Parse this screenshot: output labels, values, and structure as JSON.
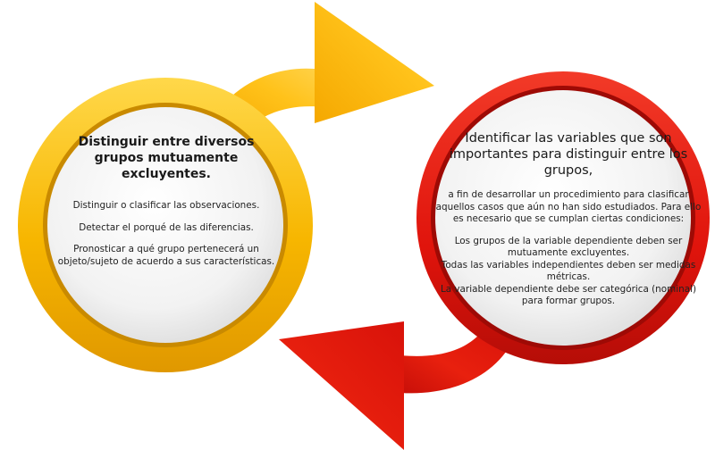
{
  "left_circle": {
    "heading": "Distinguir entre diversos grupos mutuamente excluyentes.",
    "items": [
      "Distinguir o clasificar las observaciones.",
      "Detectar el porqué de las diferencias.",
      "Pronosticar a qué grupo pertenecerá un objeto/sujeto de acuerdo a sus características."
    ]
  },
  "right_circle": {
    "heading": "Identificar las variables que son importantes para distinguir entre los grupos,",
    "intro": "a fin de desarrollar un procedimiento para clasificar aquellos casos que aún no han sido estudiados. Para ello es necesario que se cumplan ciertas condiciones:",
    "conditions": [
      "Los grupos de la variable dependiente deben ser mutuamente excluyentes.",
      "Todas las variables independientes deben ser medidas métricas.",
      "La variable dependiente debe ser categórica (nominal) para formar grupos."
    ]
  },
  "colors": {
    "yellow_light": "#FFD23A",
    "yellow": "#F6B800",
    "yellow_dark": "#D99000",
    "red_light": "#F5402A",
    "red": "#E0140C",
    "red_dark": "#A80A06",
    "disc": "#F2F2F2"
  }
}
